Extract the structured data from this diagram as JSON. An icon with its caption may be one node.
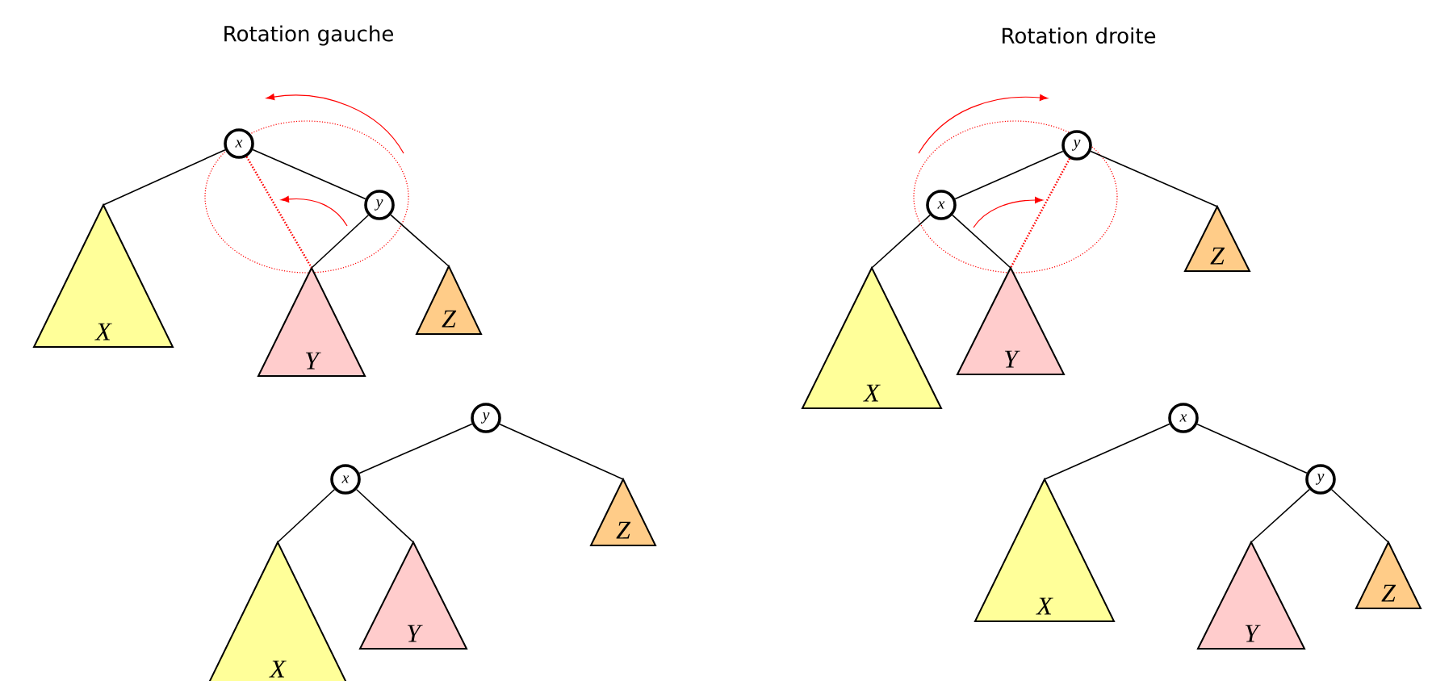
{
  "diagram": {
    "nodes": [
      {
        "text": [
          "x"
        ]
      },
      {
        "text": [
          "y"
        ]
      },
      {
        "text": [
          "X"
        ]
      },
      {
        "text": [
          "Y"
        ]
      },
      {
        "text": [
          "Z"
        ]
      },
      {
        "text": [
          "y"
        ]
      },
      {
        "text": [
          "x"
        ]
      },
      {
        "text": [
          "X"
        ]
      },
      {
        "text": [
          "Y"
        ]
      },
      {
        "text": [
          "Z"
        ]
      },
      {
        "text": [
          "y"
        ]
      },
      {
        "text": [
          "x"
        ]
      },
      {
        "text": [
          "X"
        ]
      },
      {
        "text": [
          "Y"
        ]
      },
      {
        "text": [
          "Z"
        ]
      },
      {
        "text": [
          "x"
        ]
      },
      {
        "text": [
          "y"
        ]
      },
      {
        "text": [
          "X"
        ]
      },
      {
        "text": [
          "Y"
        ]
      },
      {
        "text": [
          "Z"
        ]
      }
    ],
    "edges": [
      {
        "from": 0,
        "to": 2,
        "arrow": "none"
      },
      {
        "from": 0,
        "to": 1,
        "arrow": "none"
      },
      {
        "from": 0,
        "to": 3,
        "arrow": "none",
        "style": "dashed",
        "color": "#ff0000"
      },
      {
        "from": 1,
        "to": 3,
        "arrow": "none"
      },
      {
        "from": 1,
        "to": 4,
        "arrow": "none"
      },
      {
        "from": 5,
        "to": 6,
        "arrow": "none"
      },
      {
        "from": 5,
        "to": 9,
        "arrow": "none"
      },
      {
        "from": 6,
        "to": 7,
        "arrow": "none"
      },
      {
        "from": 6,
        "to": 8,
        "arrow": "none"
      },
      {
        "from": 10,
        "to": 11,
        "arrow": "none"
      },
      {
        "from": 10,
        "to": 14,
        "arrow": "none"
      },
      {
        "from": 10,
        "to": 13,
        "arrow": "none",
        "style": "dashed",
        "color": "#ff0000"
      },
      {
        "from": 11,
        "to": 12,
        "arrow": "none"
      },
      {
        "from": 11,
        "to": 13,
        "arrow": "none"
      },
      {
        "from": 15,
        "to": 17,
        "arrow": "none"
      },
      {
        "from": 15,
        "to": 16,
        "arrow": "none"
      },
      {
        "from": 16,
        "to": 18,
        "arrow": "none"
      },
      {
        "from": 16,
        "to": 19,
        "arrow": "none"
      }
    ],
    "labels": [
      "Rotation gauche",
      "Rotation droite"
    ]
  }
}
